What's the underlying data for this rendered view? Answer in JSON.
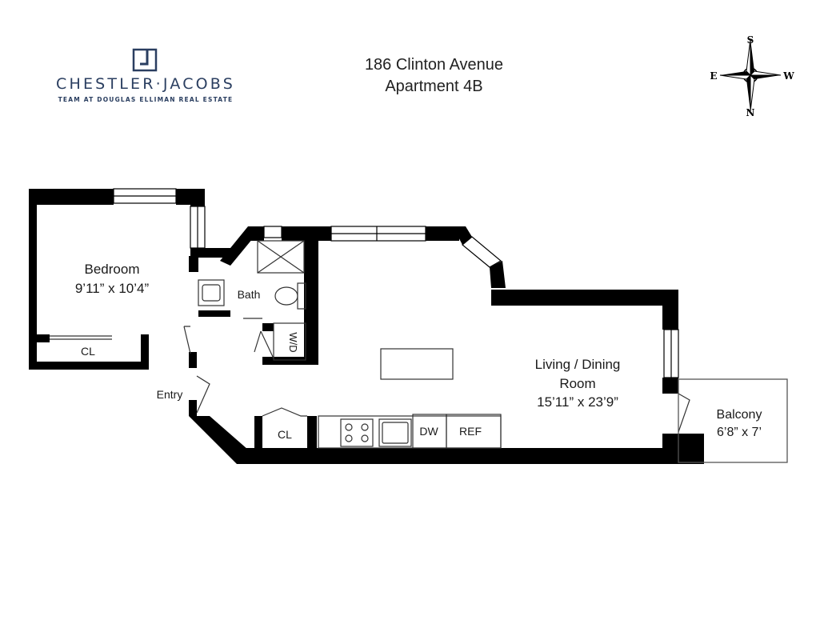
{
  "branding": {
    "name": "CHESTLER·JACOBS",
    "tagline": "TEAM AT DOUGLAS ELLIMAN REAL ESTATE"
  },
  "header": {
    "address": "186 Clinton Avenue",
    "unit": "Apartment 4B"
  },
  "compass": {
    "north": "N",
    "south": "S",
    "east": "E",
    "west": "W"
  },
  "rooms": {
    "bedroom": {
      "name": "Bedroom",
      "size": "9’11” x 10’4”"
    },
    "bedroom_closet": "CL",
    "bath": "Bath",
    "washer_dryer": "W/D",
    "entry": "Entry",
    "entry_closet": "CL",
    "living": {
      "name_line1": "Living / Dining",
      "name_line2": "Room",
      "size": "15’11” x 23’9”"
    },
    "dishwasher": "DW",
    "refrigerator": "REF",
    "balcony": {
      "name": "Balcony",
      "size": "6’8” x 7’"
    }
  },
  "colors": {
    "wall": "#000000",
    "brand": "#2a3e60",
    "line": "#555555"
  }
}
